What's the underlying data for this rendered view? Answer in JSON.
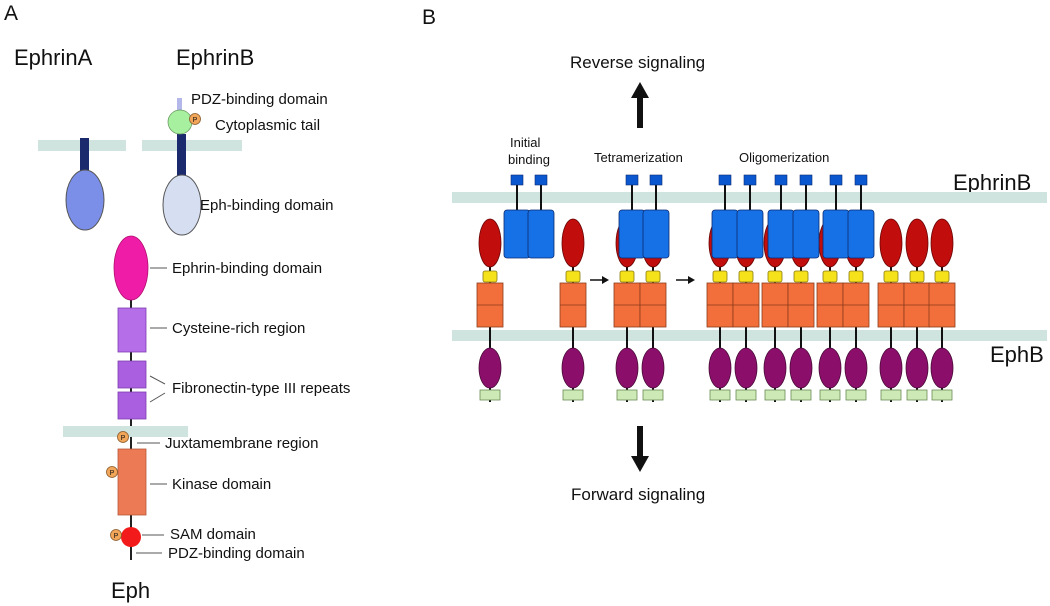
{
  "panel_a": {
    "letter": "A",
    "ephrinA_title": "EphrinA",
    "ephrinB_title": "EphrinB",
    "eph_title": "Eph",
    "phospho_label": "P",
    "labels": {
      "pdz_binding_top": "PDZ-binding domain",
      "cytoplasmic_tail": "Cytoplasmic tail",
      "eph_binding": "Eph-binding domain",
      "ephrin_binding": "Ephrin-binding domain",
      "cysteine_rich": "Cysteine-rich region",
      "fibronectin": "Fibronectin-type III repeats",
      "juxtamembrane": "Juxtamembrane region",
      "kinase": "Kinase domain",
      "sam": "SAM domain",
      "pdz_binding_bottom": "PDZ-binding domain"
    }
  },
  "panel_b": {
    "letter": "B",
    "reverse_signaling": "Reverse signaling",
    "forward_signaling": "Forward signaling",
    "ephrinB_label": "EphrinB",
    "ephB_label": "EphB",
    "stages": {
      "initial_line1": "Initial",
      "initial_line2": "binding",
      "tetramerization": "Tetramerization",
      "oligomerization": "Oligomerization"
    }
  },
  "colors": {
    "membrane": "#cfe3df",
    "ephrinA_ecd": "#7b8fe8",
    "ephrinB_ecd": "#d6def2",
    "ephrin_stalk": "#1a2a6c",
    "pdz_tip": "#b3b7ea",
    "cyto_tail": "#a6f0a0",
    "phospho": "#f2a65a",
    "ephrin_binding": "#ef1ca8",
    "cysteine_rich": "#b56ee8",
    "fibronectin": "#a95fe0",
    "kinase": "#ec7a55",
    "sam": "#f21a1a",
    "b_ephrin": "#1670e6",
    "b_ephrin_top": "#0b57d0",
    "b_eph_head": "#c20d0d",
    "b_linker": "#f5e21b",
    "b_kinase_box": "#f26f3c",
    "b_cyto": "#8b0f6a",
    "b_tail": "#cdeab6"
  }
}
